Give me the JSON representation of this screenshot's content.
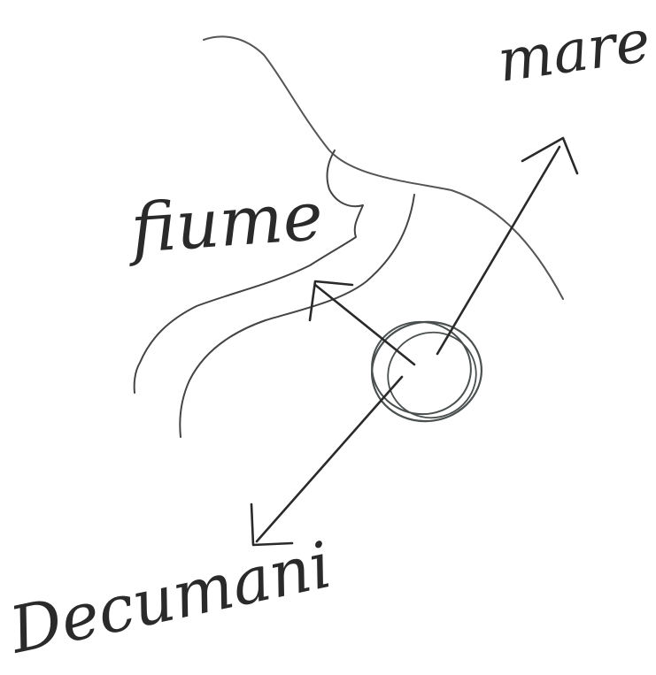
{
  "diagram": {
    "labels": {
      "sea": "mare",
      "river": "fiume",
      "south_label": "Decumani"
    },
    "colors": {
      "ink": "#2a2a2a",
      "light_ink": "#555555",
      "circle_ink": "#4a4f4f",
      "paper": "#ffffff"
    }
  }
}
